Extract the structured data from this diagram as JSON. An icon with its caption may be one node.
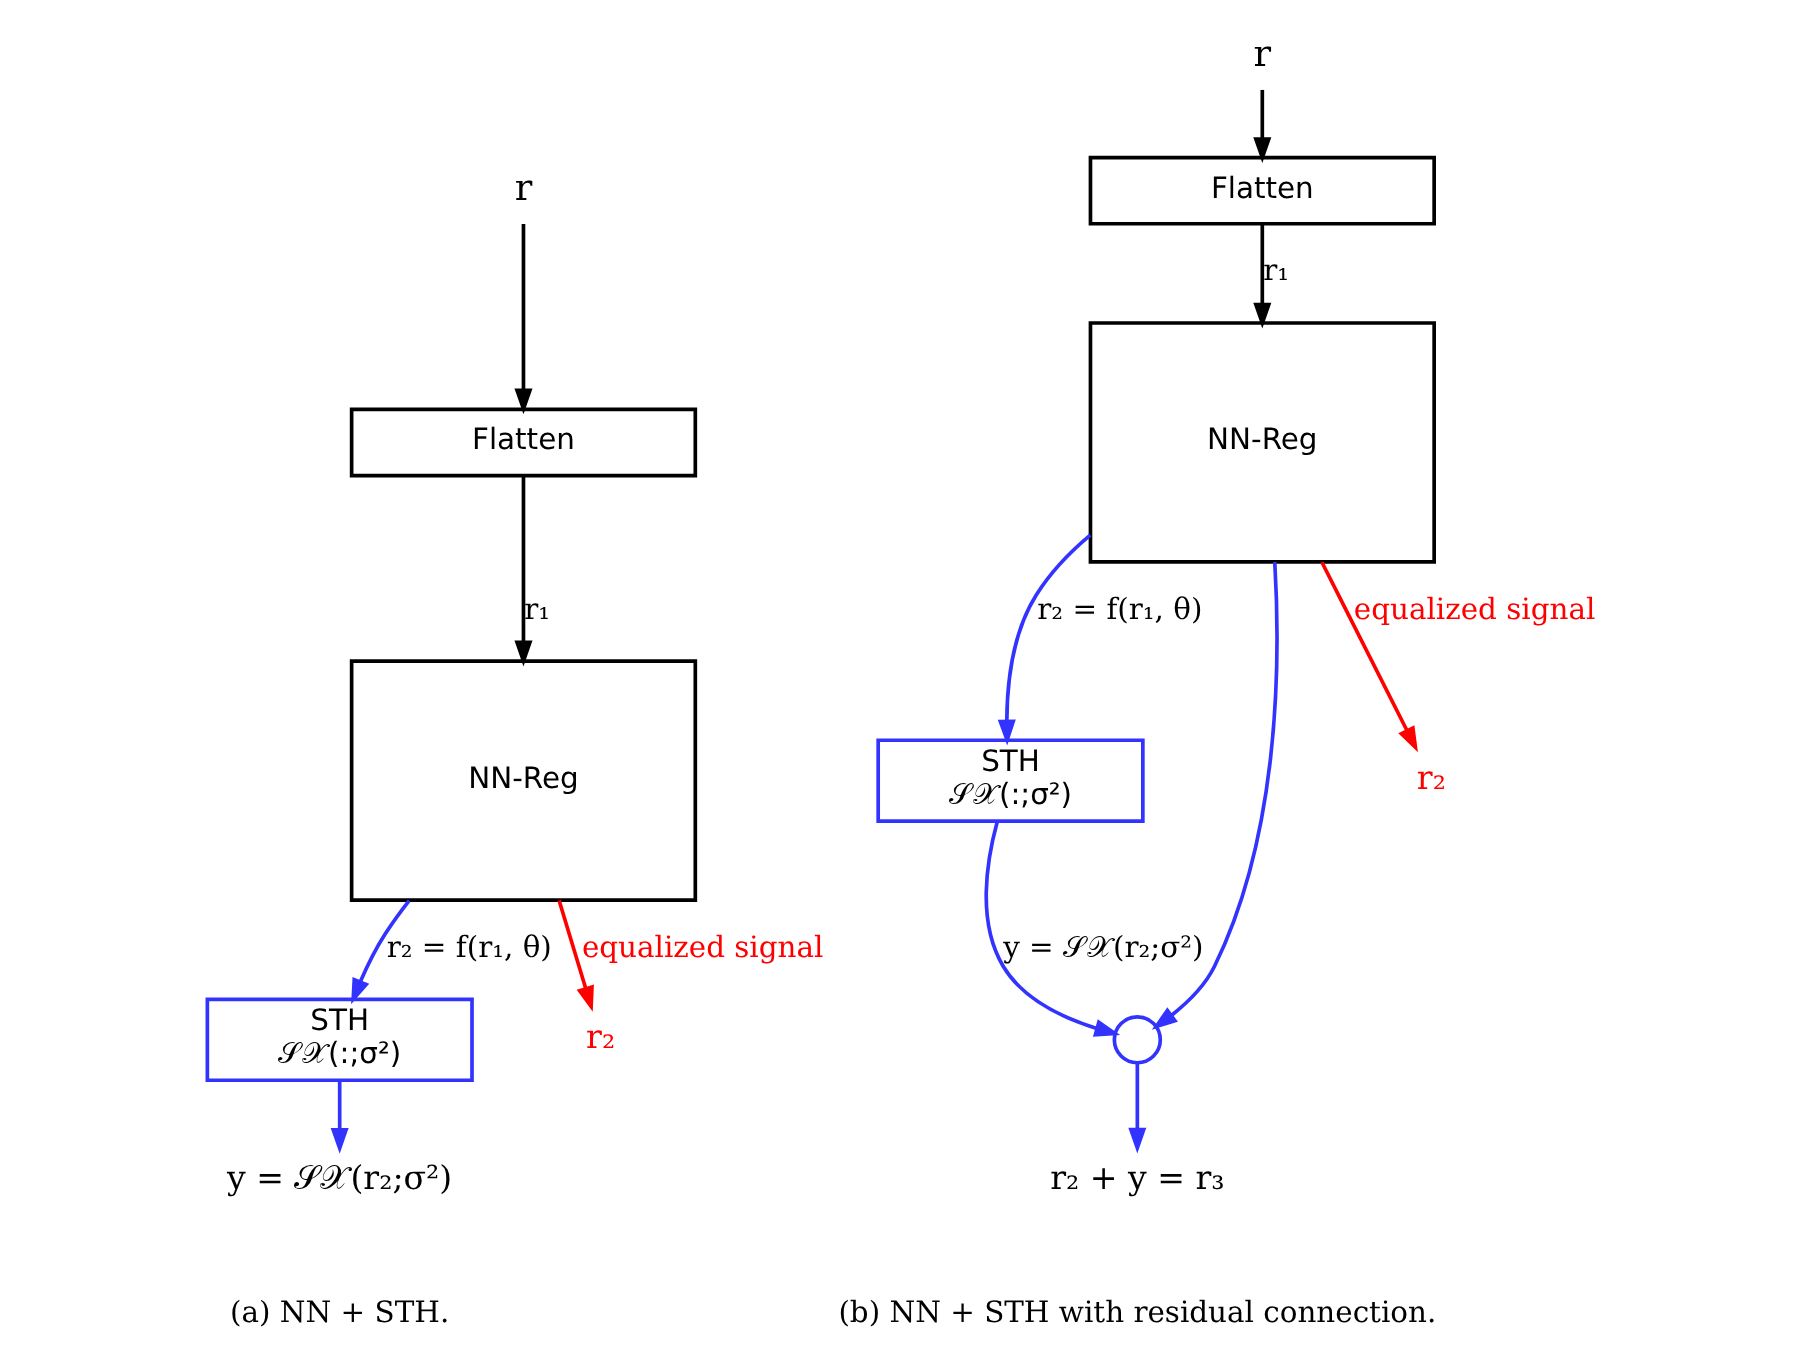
{
  "diagram": {
    "nodes": [
      {
        "text": [
          "r"
        ]
      },
      {
        "text": [
          "Flatten"
        ]
      },
      {
        "text": [
          "NN-Reg"
        ]
      },
      {
        "text": [
          "STH",
          "𝒮𝒳(:;σ²)"
        ]
      },
      {
        "text": [
          "y = 𝒮𝒳(r₂;σ²)"
        ]
      },
      {
        "text": [
          "r₂"
        ]
      },
      {
        "text": [
          "r"
        ]
      },
      {
        "text": [
          "Flatten"
        ]
      },
      {
        "text": [
          "NN-Reg"
        ]
      },
      {
        "text": [
          "STH",
          "𝒮𝒳(:;σ²)"
        ]
      },
      {
        "text": [],
        "shape": "circle"
      },
      {
        "text": [
          "r₂ + y = r₃"
        ]
      },
      {
        "text": [
          "r₂"
        ]
      }
    ],
    "edges": [
      {
        "from": 0,
        "to": 1,
        "arrow": "to",
        "color": "#000000"
      },
      {
        "from": 1,
        "to": 2,
        "arrow": "to",
        "label": "r₁",
        "color": "#000000"
      },
      {
        "from": 2,
        "to": 3,
        "arrow": "to",
        "label": "r₂ = f(r₁, θ)",
        "color": "#3333ff"
      },
      {
        "from": 3,
        "to": 4,
        "arrow": "to",
        "color": "#3333ff"
      },
      {
        "from": 2,
        "to": 5,
        "arrow": "to",
        "label": "equalized signal",
        "color": "#ff0000"
      },
      {
        "from": 6,
        "to": 7,
        "arrow": "to",
        "color": "#000000"
      },
      {
        "from": 7,
        "to": 8,
        "arrow": "to",
        "label": "r₁",
        "color": "#000000"
      },
      {
        "from": 8,
        "to": 9,
        "arrow": "to",
        "label": "r₂ = f(r₁, θ)",
        "color": "#3333ff"
      },
      {
        "from": 9,
        "to": 10,
        "arrow": "to",
        "label": "y = 𝒮𝒳(r₂;σ²)",
        "color": "#3333ff"
      },
      {
        "from": 8,
        "to": 10,
        "arrow": "to",
        "color": "#3333ff"
      },
      {
        "from": 10,
        "to": 11,
        "arrow": "to",
        "color": "#3333ff"
      },
      {
        "from": 8,
        "to": 12,
        "arrow": "to",
        "label": "equalized signal",
        "color": "#ff0000"
      }
    ],
    "labels": [
      "(a) NN + STH.",
      "(b) NN + STH with residual connection."
    ]
  }
}
